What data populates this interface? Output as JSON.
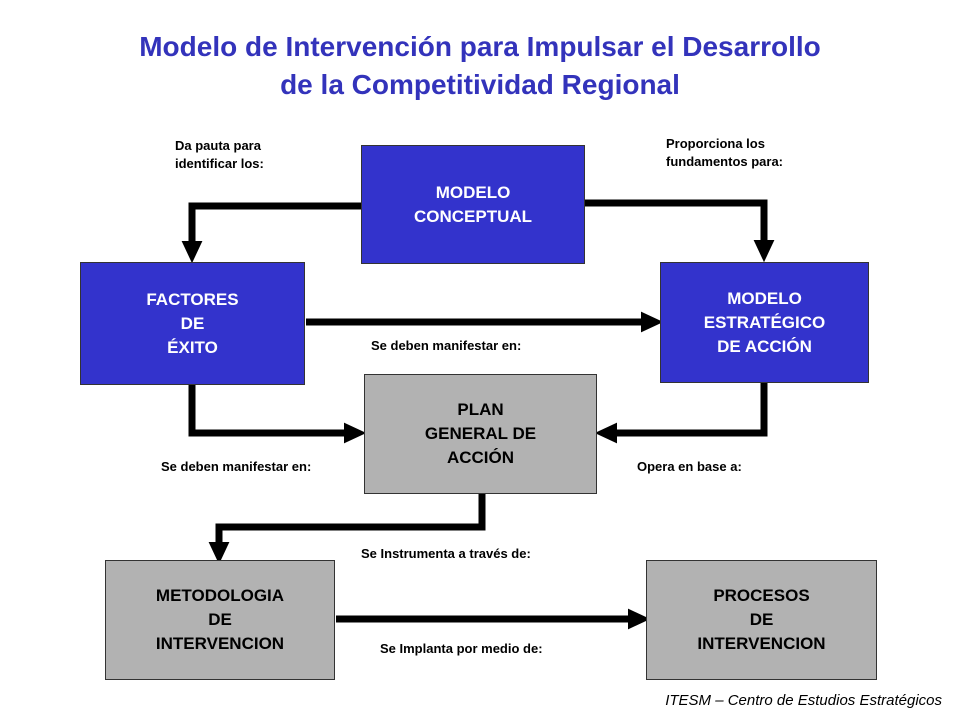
{
  "title": {
    "line1": "Modelo de Intervención para Impulsar el Desarrollo",
    "line2": "de la Competitividad Regional"
  },
  "boxes": {
    "modelo_conceptual": [
      "MODELO",
      "CONCEPTUAL"
    ],
    "factores_exito": [
      "FACTORES",
      "DE",
      "ÉXITO"
    ],
    "modelo_estrategico": [
      "MODELO",
      "ESTRATÉGICO",
      "DE ACCIÓN"
    ],
    "plan_general": [
      "PLAN",
      "GENERAL DE",
      "ACCIÓN"
    ],
    "metodologia": [
      "METODOLOGIA",
      "DE",
      "INTERVENCION"
    ],
    "procesos": [
      "PROCESOS",
      "DE",
      "INTERVENCION"
    ]
  },
  "labels": {
    "da_pauta": [
      "Da pauta para",
      "identificar los:"
    ],
    "proporciona": [
      "Proporciona los",
      "fundamentos para:"
    ],
    "manifestar_top": "Se deben manifestar en:",
    "manifestar_left": "Se deben manifestar en:",
    "opera": "Opera en base a:",
    "instrumenta": "Se Instrumenta a través de:",
    "implanta": "Se Implanta por medio de:"
  },
  "footer": "ITESM – Centro de Estudios Estratégicos",
  "colors": {
    "title": "#3333bb",
    "blue_box": "#3333cc",
    "gray_box": "#b2b2b2",
    "arrow": "#000000"
  }
}
